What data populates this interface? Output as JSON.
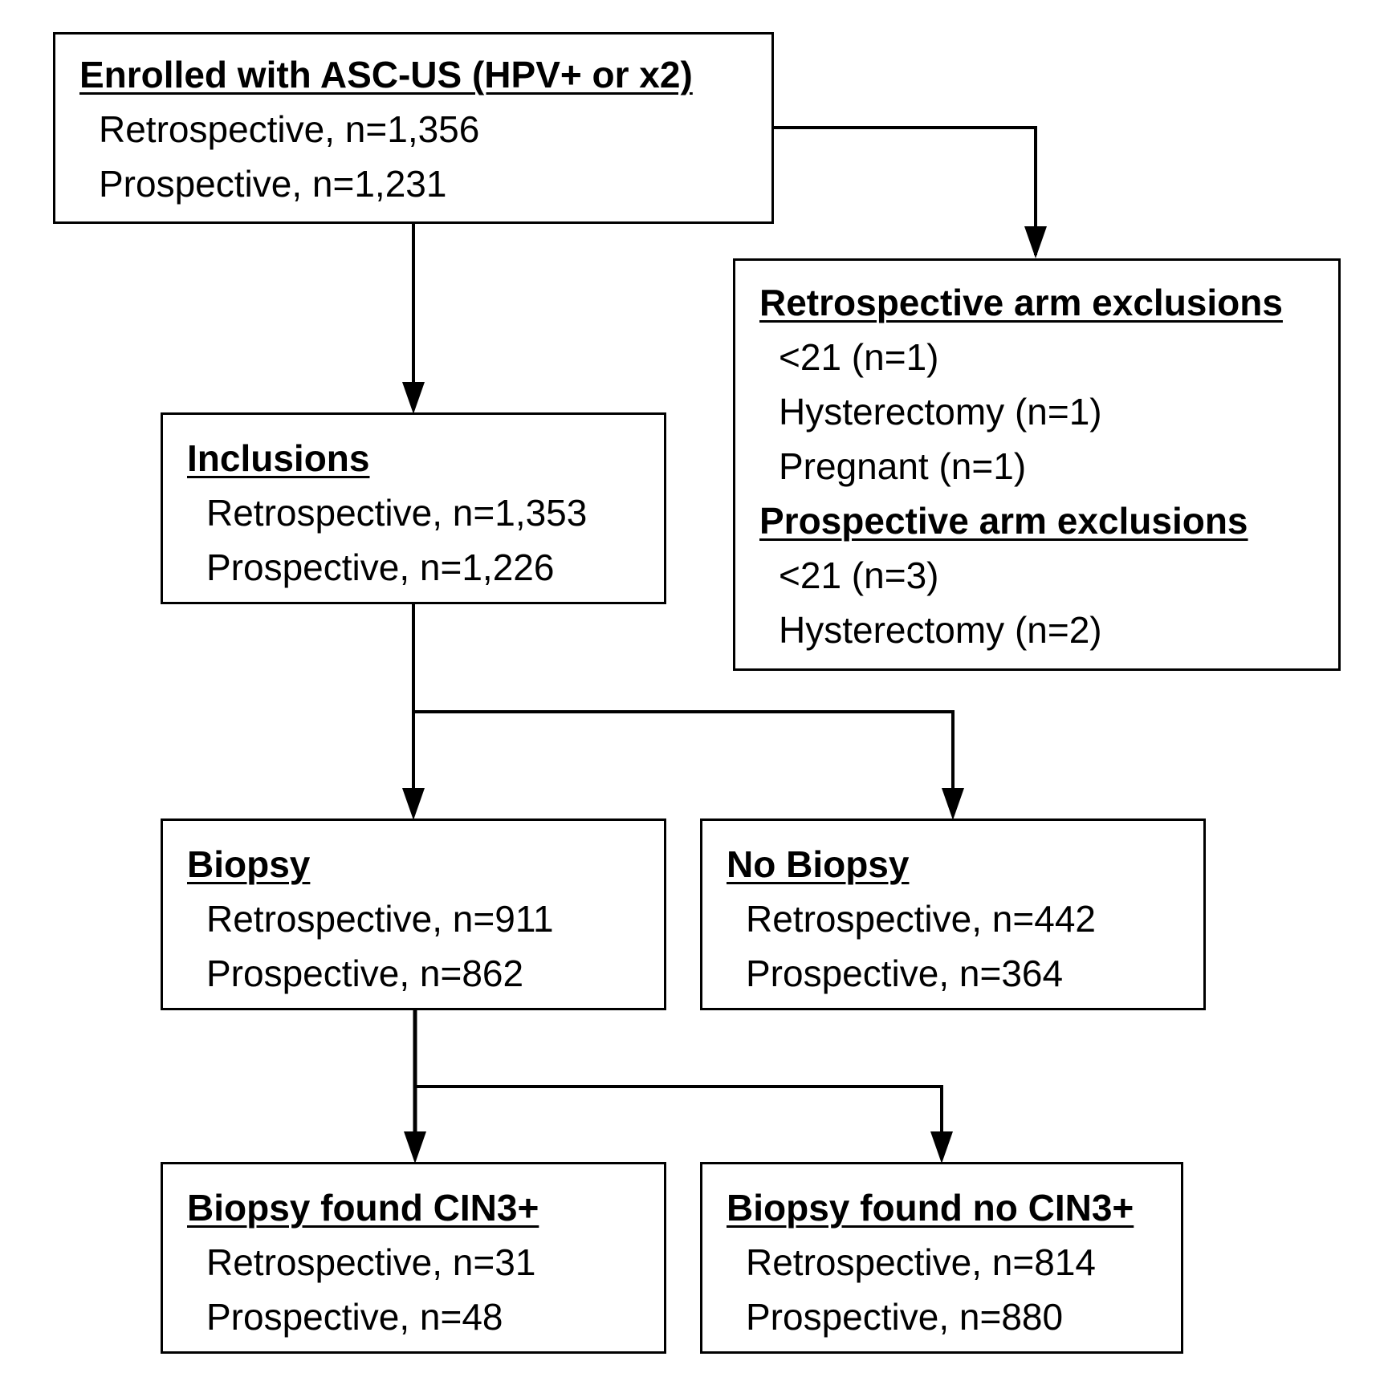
{
  "boxes": {
    "enrolled": {
      "title": "Enrolled with ASC-US (HPV+ or x2)",
      "lines": [
        "Retrospective, n=1,356",
        "Prospective, n=1,231"
      ]
    },
    "exclusions": {
      "retro_title": "Retrospective arm exclusions",
      "retro_lines": [
        "<21 (n=1)",
        "Hysterectomy (n=1)",
        "Pregnant (n=1)"
      ],
      "pro_title": "Prospective arm exclusions",
      "pro_lines": [
        "<21 (n=3)",
        "Hysterectomy (n=2)"
      ]
    },
    "inclusions": {
      "title": "Inclusions",
      "lines": [
        "Retrospective, n=1,353",
        "Prospective, n=1,226"
      ]
    },
    "biopsy": {
      "title": "Biopsy",
      "lines": [
        "Retrospective, n=911",
        "Prospective, n=862"
      ]
    },
    "no_biopsy": {
      "title": "No Biopsy",
      "lines": [
        "Retrospective, n=442",
        "Prospective, n=364"
      ]
    },
    "cin3_found": {
      "title": "Biopsy found CIN3+",
      "lines": [
        "Retrospective, n=31",
        "Prospective, n=48"
      ]
    },
    "cin3_not_found": {
      "title": "Biopsy found no CIN3+",
      "lines": [
        "Retrospective, n=814",
        "Prospective, n=880"
      ]
    }
  }
}
